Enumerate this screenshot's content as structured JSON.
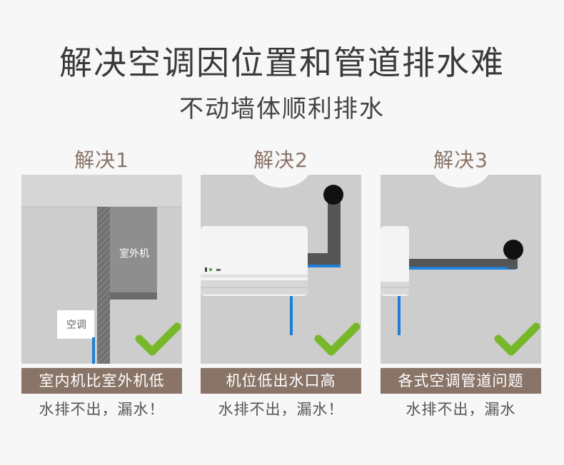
{
  "title": "解决空调因位置和管道排水难",
  "subtitle": "不动墙体顺利排水",
  "panels": [
    {
      "heading": "解决1",
      "outdoor_unit_label": "室外机",
      "indoor_unit_label": "空调",
      "label": "室内机比室外机低",
      "subtext": "水排不出，漏水！",
      "check_icon": "check-mark-icon"
    },
    {
      "heading": "解决2",
      "label": "机位低出水口高",
      "subtext": "水排不出，漏水！",
      "check_icon": "check-mark-icon"
    },
    {
      "heading": "解决3",
      "label": "各式空调管道问题",
      "subtext": "水排不出，漏水",
      "check_icon": "check-mark-icon"
    }
  ],
  "colors": {
    "brand_brown": "#8a7468",
    "check_green": "#76b82a",
    "water_blue": "#1f7fd6",
    "pipe_gray": "#555555",
    "scene_bg": "#cdcdcd"
  }
}
